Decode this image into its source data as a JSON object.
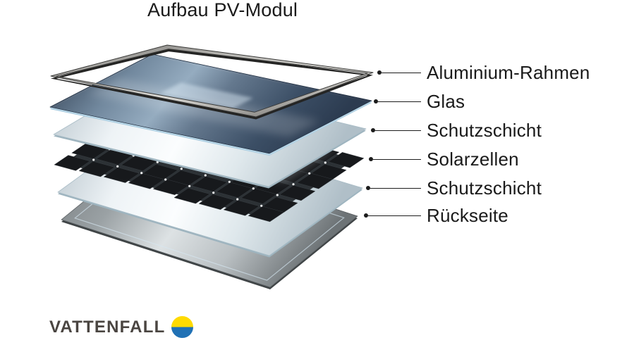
{
  "title": "Aufbau PV-Modul",
  "diagram": {
    "description": "Exploded view of the layers of a photovoltaic module",
    "layers": [
      {
        "id": "aluminium-rahmen",
        "label": "Aluminium-Rahmen"
      },
      {
        "id": "glas",
        "label": "Glas"
      },
      {
        "id": "schutzschicht-oben",
        "label": "Schutzschicht"
      },
      {
        "id": "solarzellen",
        "label": "Solarzellen"
      },
      {
        "id": "schutzschicht-unten",
        "label": "Schutzschicht"
      },
      {
        "id": "rueckseite",
        "label": "Rückseite"
      }
    ]
  },
  "brand": {
    "name": "VATTENFALL"
  },
  "colors": {
    "background": "#ffffff",
    "text": "#1a1a1a",
    "brand_text": "#4a4541",
    "brand_yellow": "#ffda00",
    "brand_blue": "#2071b5",
    "frame_silver": "#b9b8b4",
    "glass_blue": "#223045",
    "protective_light": "#eef3f6",
    "cells_dark": "#17191c",
    "backsheet_gray": "#9aa1a4"
  }
}
